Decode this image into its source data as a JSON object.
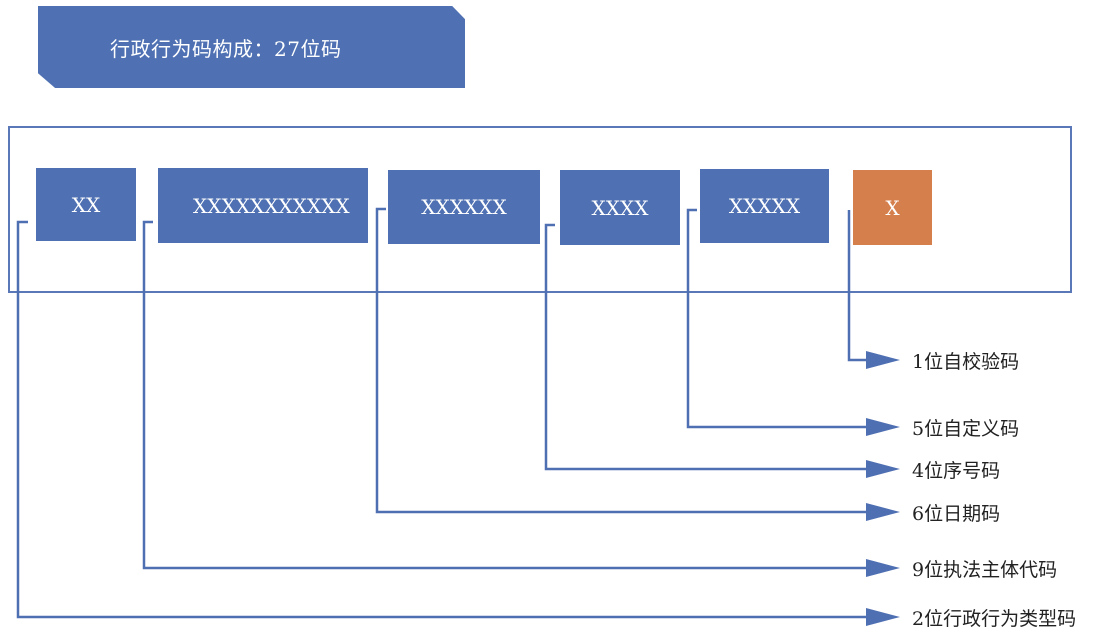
{
  "title": "行政行为码构成：27位码",
  "segments": [
    {
      "code": "XX",
      "desc": "2位行政行为类型码"
    },
    {
      "code": "XXXXXXXXXXX",
      "desc": "9位执法主体代码"
    },
    {
      "code": "XXXXXX",
      "desc": "6位日期码"
    },
    {
      "code": "XXXX",
      "desc": "4位序号码"
    },
    {
      "code": "XXXXX",
      "desc": "5位自定义码"
    },
    {
      "code": "X",
      "desc": "1位自校验码"
    }
  ],
  "colors": {
    "primary": "#4f71b3",
    "accent": "#d57f4d",
    "line": "#4f6fb3"
  }
}
